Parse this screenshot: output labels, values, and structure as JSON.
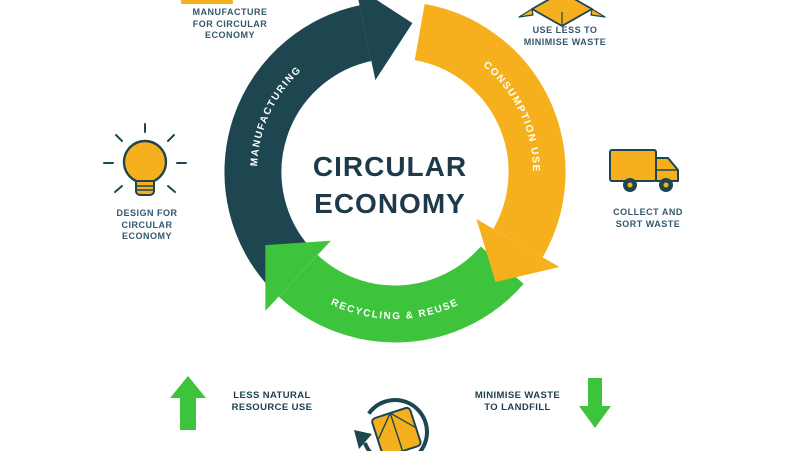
{
  "title": {
    "line1": "CIRCULAR",
    "line2": "ECONOMY"
  },
  "ring": {
    "manufacturing_label": "MANUFACTURING",
    "consumption_label": "CONSUMPTION USE",
    "recycling_label": "RECYCLING & REUSE",
    "segment_colors": {
      "manufacturing": "#1d4650",
      "consumption": "#f6b01e",
      "recycling": "#3ec43c"
    }
  },
  "callouts": {
    "manufacture": {
      "line1": "MANUFACTURE",
      "line2": "FOR CIRCULAR",
      "line3": "ECONOMY",
      "icon": "cropped-box-icon"
    },
    "use_less": {
      "line1": "USE LESS TO",
      "line2": "MINIMISE WASTE",
      "icon": "open-box-icon"
    },
    "design": {
      "line1": "DESIGN FOR",
      "line2": "CIRCULAR",
      "line3": "ECONOMY",
      "icon": "lightbulb-icon"
    },
    "collect": {
      "line1": "COLLECT AND",
      "line2": "SORT WASTE",
      "icon": "garbage-truck-icon"
    }
  },
  "footer": {
    "less_natural": {
      "line1": "LESS NATURAL",
      "line2": "RESOURCE USE",
      "arrow": "up",
      "arrow_color": "#3ec43c"
    },
    "minimise_waste": {
      "line1": "MINIMISE WASTE",
      "line2": "TO LANDFILL",
      "arrow": "down",
      "arrow_color": "#3ec43c"
    },
    "center_icon": "recycle-box-icon"
  },
  "colors": {
    "teal": "#1d4650",
    "yellow": "#f6b01e",
    "green": "#3ec43c",
    "title_text": "#1e3a4a",
    "label_text": "#33576c",
    "background": "#ffffff"
  }
}
